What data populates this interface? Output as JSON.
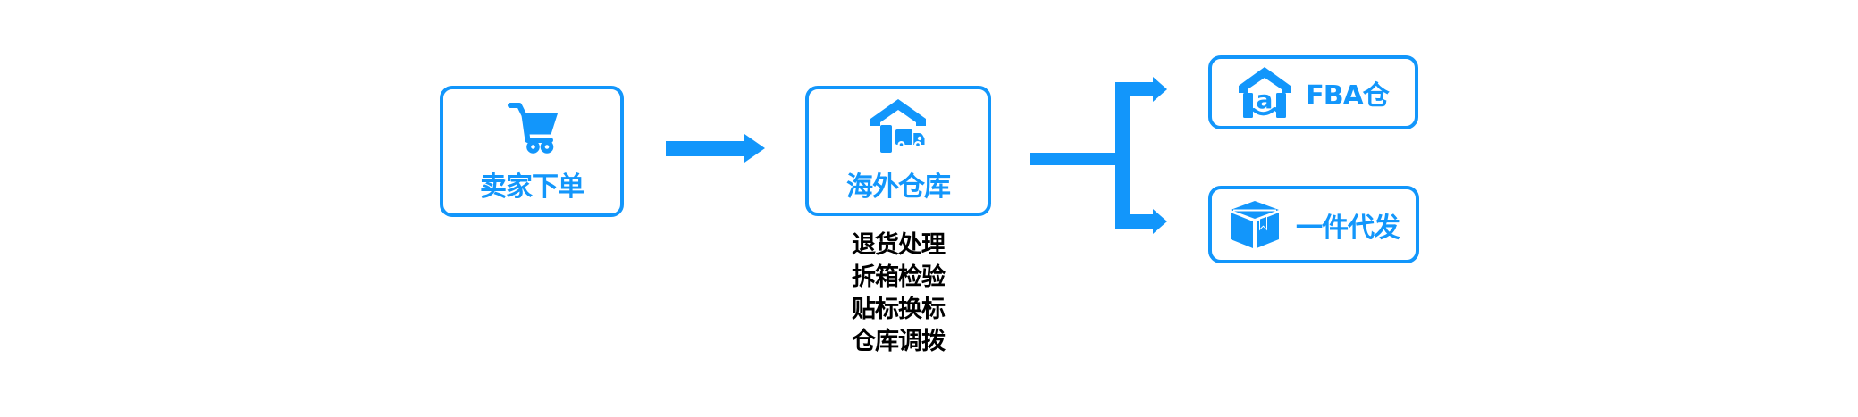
{
  "colors": {
    "accent": "#1296fb",
    "list_text": "#000000",
    "background": "#ffffff"
  },
  "flow": {
    "node_seller": {
      "label": "卖家下单",
      "icon": "shopping-cart-icon"
    },
    "node_warehouse": {
      "label": "海外仓库",
      "icon": "warehouse-truck-icon",
      "services": [
        "退货处理",
        "拆箱检验",
        "贴标换标",
        "仓库调拨"
      ]
    },
    "node_fba": {
      "label": "FBA仓",
      "icon": "amazon-house-icon"
    },
    "node_dropship": {
      "label": "一件代发",
      "icon": "package-box-icon"
    }
  }
}
